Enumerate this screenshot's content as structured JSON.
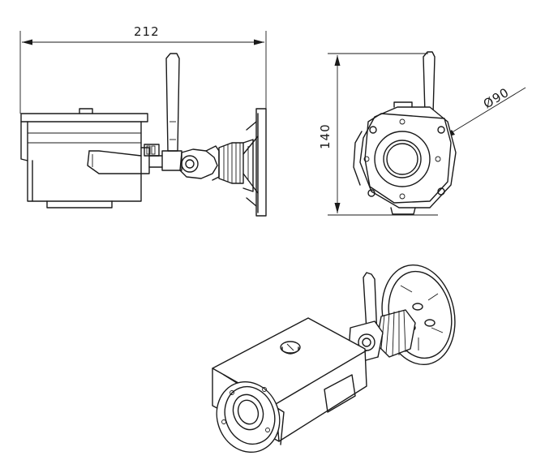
{
  "dimensions": {
    "length": "212",
    "height": "140",
    "diameter": "Ø90"
  },
  "views": [
    "side-view",
    "front-view",
    "isometric-view"
  ]
}
